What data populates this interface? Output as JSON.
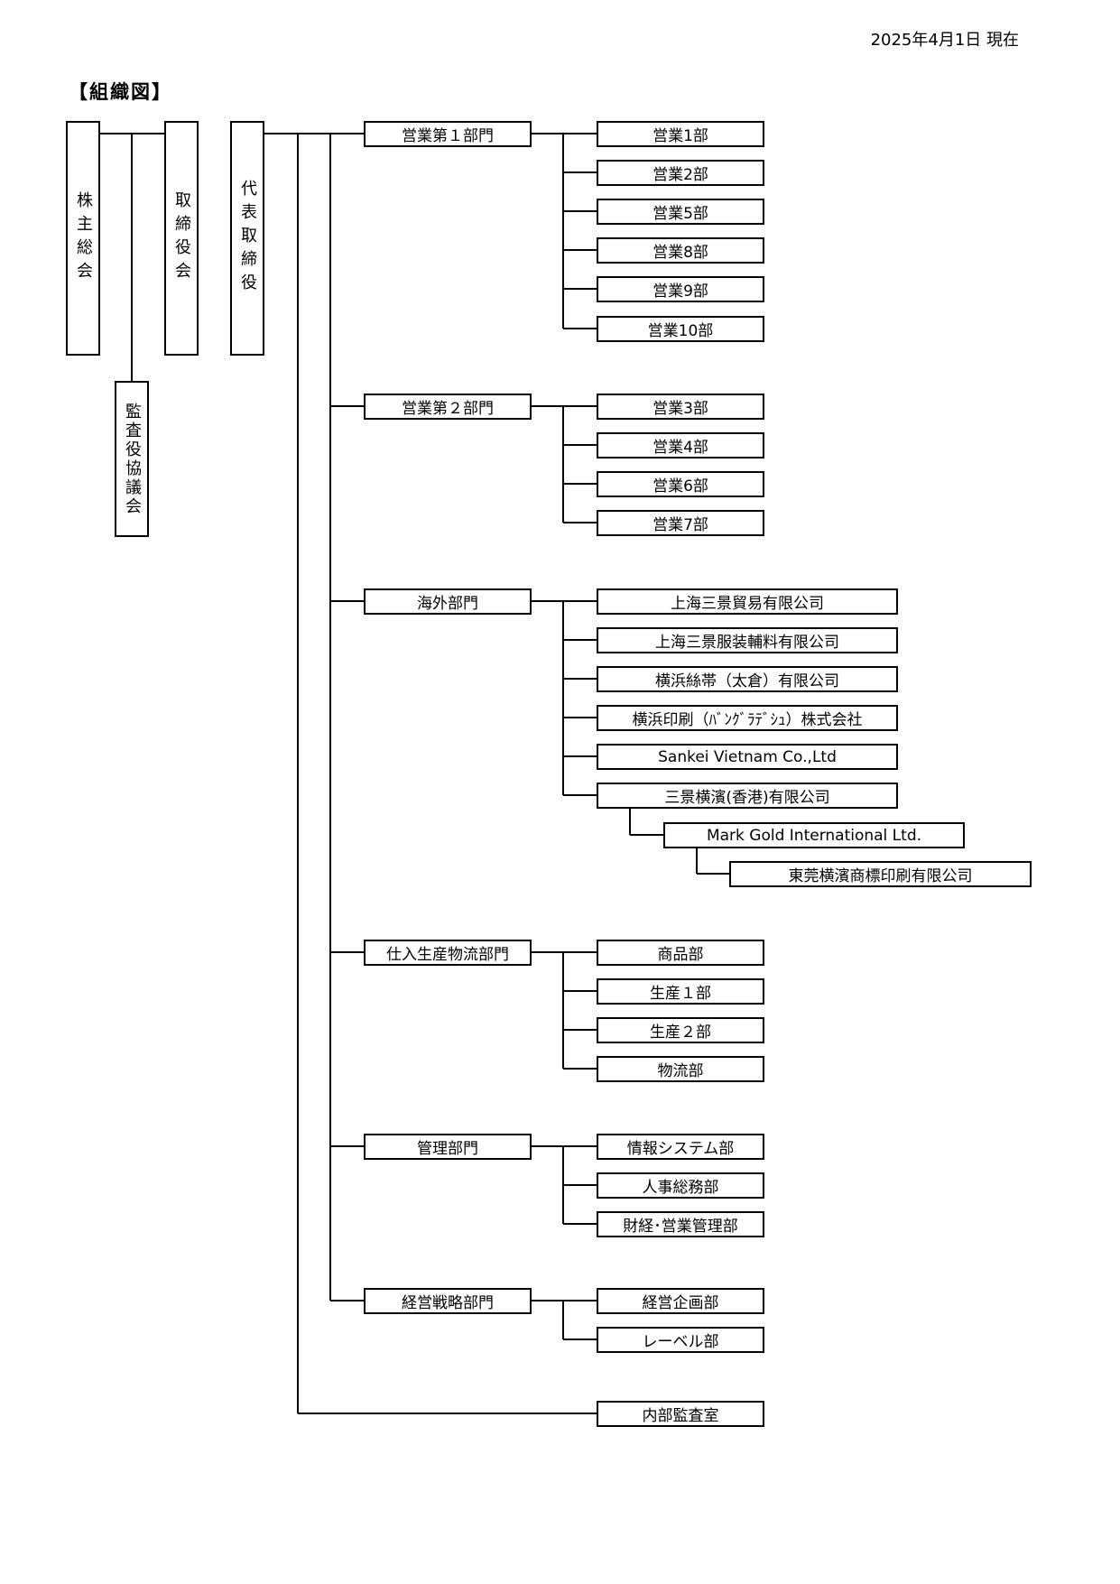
{
  "header": {
    "date": "2025年4月1日 現在",
    "title": "【組織図】"
  },
  "top": {
    "shareholders": "株主総会",
    "board": "取締役会",
    "ceo": "代表取締役",
    "audit": "監査役協議会"
  },
  "divisions": [
    {
      "label": "営業第１部門",
      "depts": [
        "営業1部",
        "営業2部",
        "営業5部",
        "営業8部",
        "営業9部",
        "営業10部"
      ]
    },
    {
      "label": "営業第２部門",
      "depts": [
        "営業3部",
        "営業4部",
        "営業6部",
        "営業7部"
      ]
    },
    {
      "label": "海外部門",
      "depts": [
        "上海三景貿易有限公司",
        "上海三景服装輔料有限公司",
        "横浜絲帯（太倉）有限公司",
        "横浜印刷（ﾊﾞﾝｸﾞﾗﾃﾞｼｭ）株式会社",
        "Sankei Vietnam Co.,Ltd",
        "三景横濱(香港)有限公司"
      ]
    },
    {
      "label": "仕入生産物流部門",
      "depts": [
        "商品部",
        "生産１部",
        "生産２部",
        "物流部"
      ]
    },
    {
      "label": "管理部門",
      "depts": [
        "情報システム部",
        "人事総務部",
        "財経･営業管理部"
      ]
    },
    {
      "label": "経営戦略部門",
      "depts": [
        "経営企画部",
        "レーベル部"
      ]
    }
  ],
  "overseas_sub": [
    "Mark Gold International Ltd.",
    "東莞横濱商標印刷有限公司"
  ],
  "internal_audit": "内部監査室"
}
